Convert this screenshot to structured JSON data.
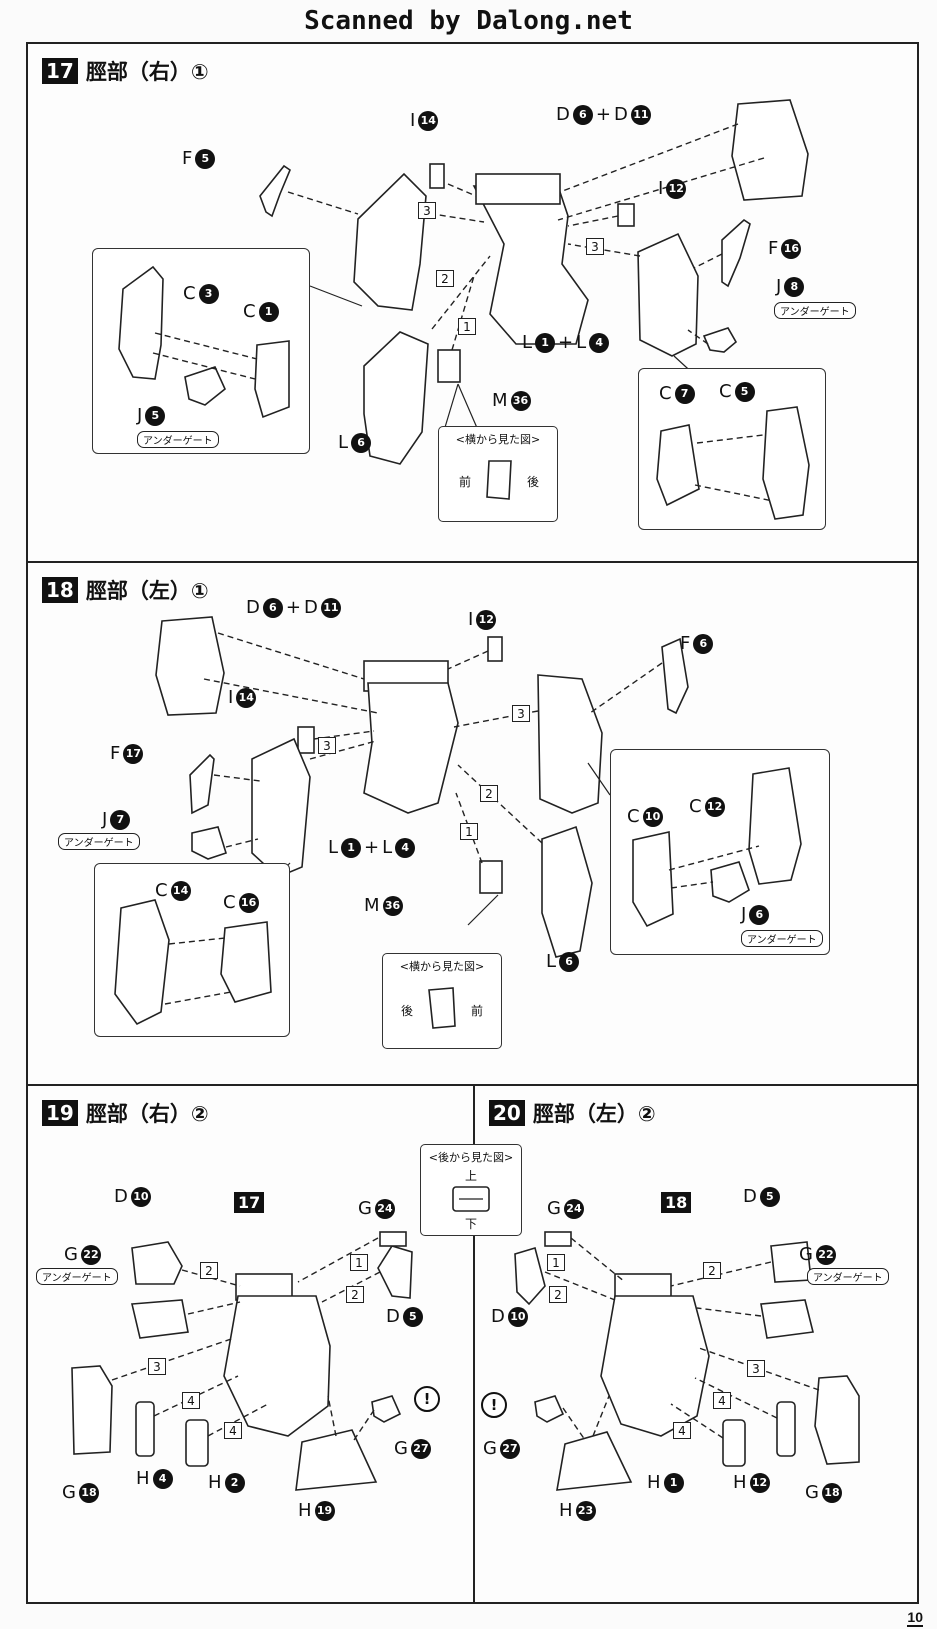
{
  "header": {
    "scan_credit": "Scanned by Dalong.net"
  },
  "page_number": "10",
  "sections": {
    "s17": {
      "step": "17",
      "title": "脛部（右）①"
    },
    "s18": {
      "step": "18",
      "title": "脛部（左）①"
    },
    "s19": {
      "step": "19",
      "title": "脛部（右）②"
    },
    "s20": {
      "step": "20",
      "title": "脛部（左）②"
    }
  },
  "common": {
    "under_gate": "アンダーゲート",
    "side_view": "<横から見た図>",
    "back_view": "<後から見た図>",
    "front": "前",
    "back": "後",
    "up": "上",
    "down": "下",
    "plus": "+",
    "caution": "!"
  },
  "s17_labels": {
    "I14": {
      "letter": "I",
      "num": "14"
    },
    "D6D11": {
      "l1": "D",
      "n1": "6",
      "l2": "D",
      "n2": "11"
    },
    "F5": {
      "letter": "F",
      "num": "5"
    },
    "I12": {
      "letter": "I",
      "num": "12"
    },
    "F16": {
      "letter": "F",
      "num": "16"
    },
    "J8": {
      "letter": "J",
      "num": "8"
    },
    "C3": {
      "letter": "C",
      "num": "3"
    },
    "C1": {
      "letter": "C",
      "num": "1"
    },
    "J5": {
      "letter": "J",
      "num": "5"
    },
    "L1L4": {
      "l1": "L",
      "n1": "1",
      "l2": "L",
      "n2": "4"
    },
    "L6": {
      "letter": "L",
      "num": "6"
    },
    "M36": {
      "letter": "M",
      "num": "36"
    },
    "C7": {
      "letter": "C",
      "num": "7"
    },
    "C5": {
      "letter": "C",
      "num": "5"
    }
  },
  "s18_labels": {
    "D6D11": {
      "l1": "D",
      "n1": "6",
      "l2": "D",
      "n2": "11"
    },
    "I12": {
      "letter": "I",
      "num": "12"
    },
    "F6": {
      "letter": "F",
      "num": "6"
    },
    "I14": {
      "letter": "I",
      "num": "14"
    },
    "F17": {
      "letter": "F",
      "num": "17"
    },
    "J7": {
      "letter": "J",
      "num": "7"
    },
    "L1L4": {
      "l1": "L",
      "n1": "1",
      "l2": "L",
      "n2": "4"
    },
    "M36": {
      "letter": "M",
      "num": "36"
    },
    "L6": {
      "letter": "L",
      "num": "6"
    },
    "C10": {
      "letter": "C",
      "num": "10"
    },
    "C12": {
      "letter": "C",
      "num": "12"
    },
    "J6": {
      "letter": "J",
      "num": "6"
    },
    "C14": {
      "letter": "C",
      "num": "14"
    },
    "C16": {
      "letter": "C",
      "num": "16"
    }
  },
  "s19_labels": {
    "D10": {
      "letter": "D",
      "num": "10"
    },
    "ref17": "17",
    "G24": {
      "letter": "G",
      "num": "24"
    },
    "G22": {
      "letter": "G",
      "num": "22"
    },
    "D5": {
      "letter": "D",
      "num": "5"
    },
    "G27": {
      "letter": "G",
      "num": "27"
    },
    "G18": {
      "letter": "G",
      "num": "18"
    },
    "H4": {
      "letter": "H",
      "num": "4"
    },
    "H2": {
      "letter": "H",
      "num": "2"
    },
    "H19": {
      "letter": "H",
      "num": "19"
    }
  },
  "s20_labels": {
    "ref18": "18",
    "G24": {
      "letter": "G",
      "num": "24"
    },
    "D5": {
      "letter": "D",
      "num": "5"
    },
    "G22": {
      "letter": "G",
      "num": "22"
    },
    "D10": {
      "letter": "D",
      "num": "10"
    },
    "G27": {
      "letter": "G",
      "num": "27"
    },
    "H23": {
      "letter": "H",
      "num": "23"
    },
    "H1": {
      "letter": "H",
      "num": "1"
    },
    "H12": {
      "letter": "H",
      "num": "12"
    },
    "G18": {
      "letter": "G",
      "num": "18"
    }
  },
  "order_steps": {
    "one": "1",
    "two": "2",
    "three": "3",
    "four": "4"
  }
}
